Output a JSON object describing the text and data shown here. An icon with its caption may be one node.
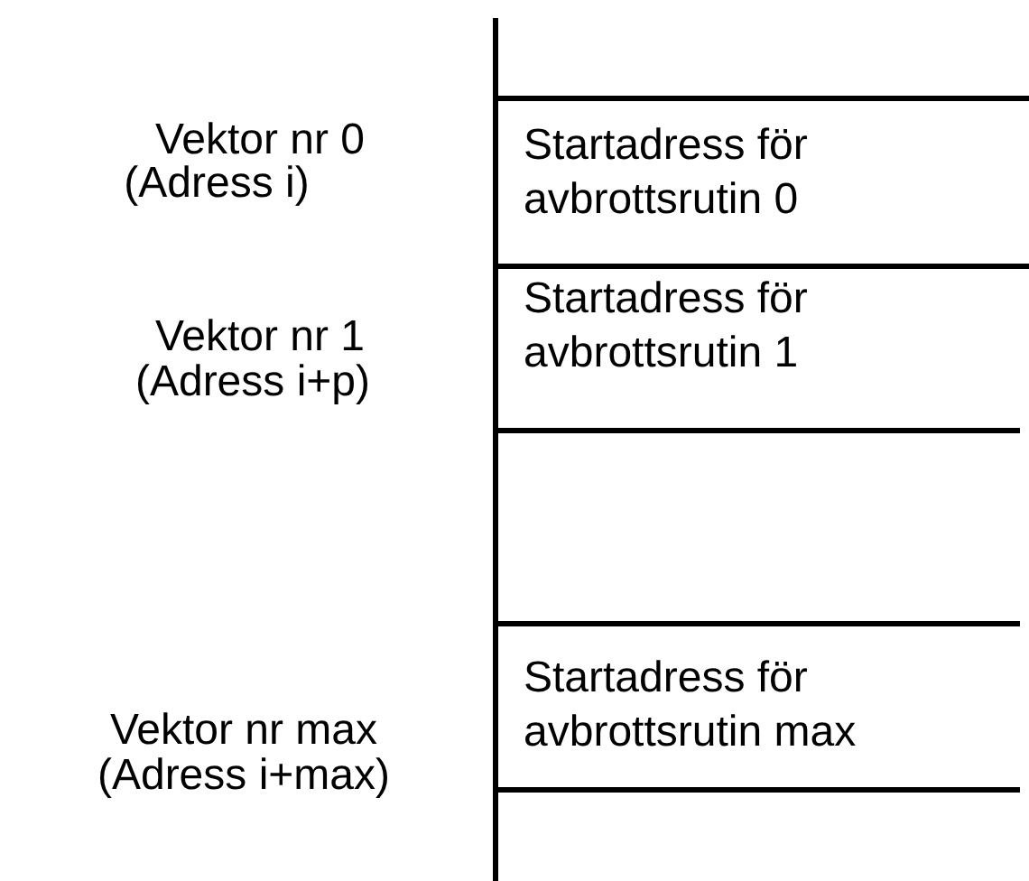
{
  "diagram": {
    "nodes": [
      {
        "text": [
          "Startadress för avbrottsrutin 0"
        ]
      },
      {
        "text": [
          "Startadress för avbrottsrutin 1"
        ]
      },
      {
        "text": [
          "Startadress för avbrottsrutin max"
        ]
      }
    ],
    "labels": [
      "Vektor nr 0",
      "(Adress i)",
      "Vektor nr 1",
      "(Adress i+p)",
      "Vektor nr max",
      "(Adress i+max)"
    ]
  }
}
